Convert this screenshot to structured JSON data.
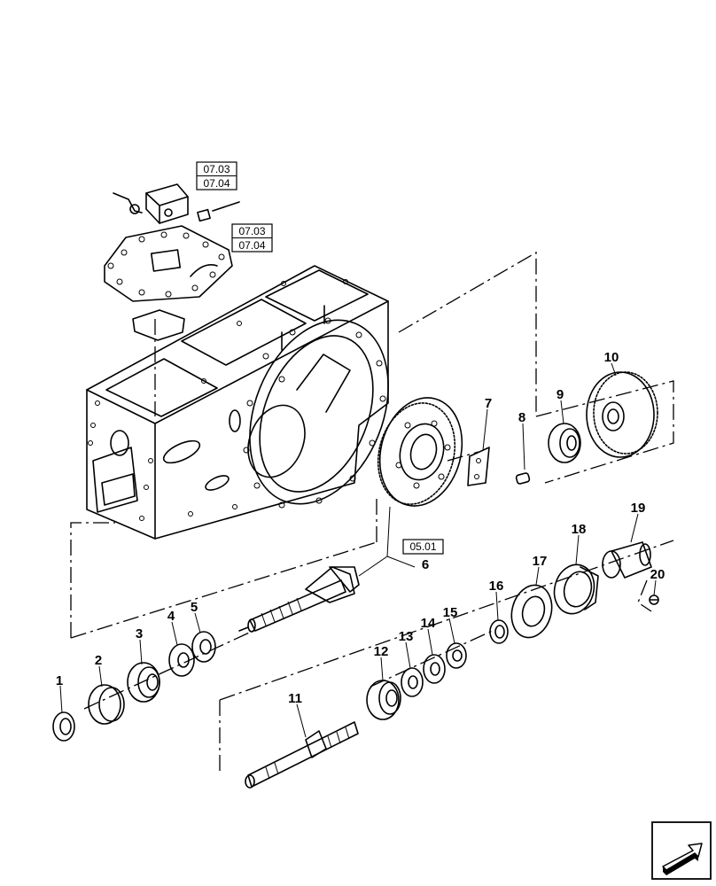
{
  "refs": {
    "r1a": "07.03",
    "r1b": "07.04",
    "r2a": "07.03",
    "r2b": "07.04",
    "r3": "05.01"
  },
  "callouts": {
    "c1": "1",
    "c2": "2",
    "c3": "3",
    "c4": "4",
    "c5": "5",
    "c6": "6",
    "c7": "7",
    "c8": "8",
    "c9": "9",
    "c10": "10",
    "c11": "11",
    "c12": "12",
    "c13": "13",
    "c14": "14",
    "c15": "15",
    "c16": "16",
    "c17": "17",
    "c18": "18",
    "c19": "19",
    "c20": "20"
  },
  "icons": {
    "nav": "next-page-arrow-icon"
  }
}
